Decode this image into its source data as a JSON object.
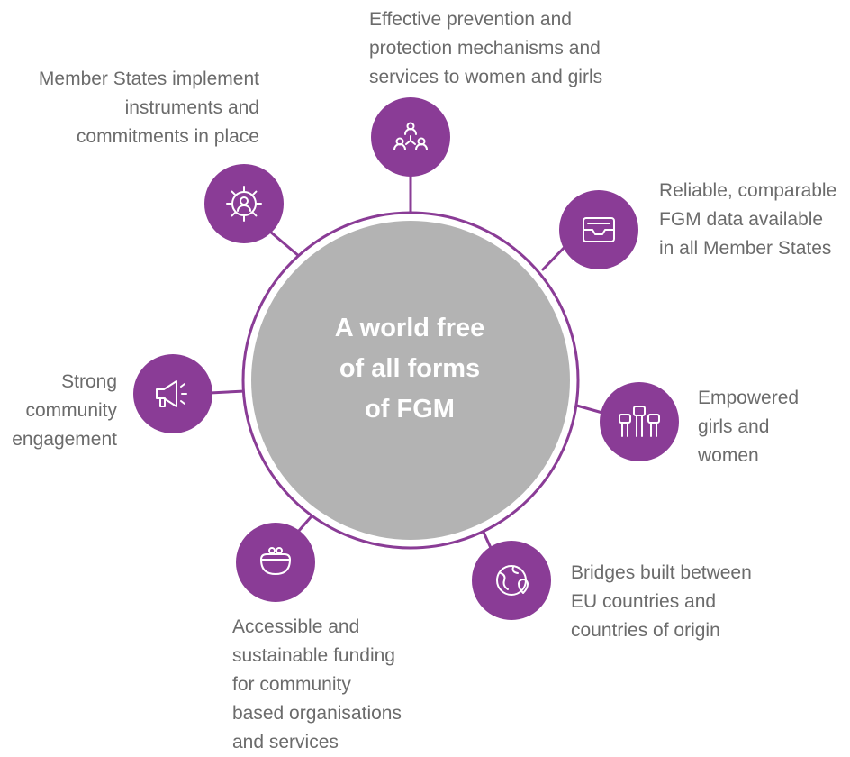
{
  "center": {
    "title": "A world free\nof all forms\nof FGM",
    "fill_color": "#b3b3b3",
    "ring_color": "#8a3c96"
  },
  "node_color": "#8a3c96",
  "nodes": [
    {
      "id": "prevention",
      "icon": "network-people-icon",
      "label": "Effective prevention and\nprotection mechanisms and\nservices to women and girls"
    },
    {
      "id": "data",
      "icon": "archive-tray-icon",
      "label": "Reliable, comparable\nFGM data available\nin all Member States"
    },
    {
      "id": "empowered",
      "icon": "raised-fists-icon",
      "label": "Empowered\ngirls and\nwomen"
    },
    {
      "id": "bridges",
      "icon": "globe-pin-icon",
      "label": "Bridges built between\nEU countries and\ncountries of origin"
    },
    {
      "id": "funding",
      "icon": "coin-purse-icon",
      "label": "Accessible and\nsustainable funding\nfor community\nbased organisations\nand services"
    },
    {
      "id": "community",
      "icon": "megaphone-icon",
      "label": "Strong\ncommunity\nengagement"
    },
    {
      "id": "member-states",
      "icon": "gear-person-icon",
      "label": "Member States implement\ninstruments and\ncommitments in place"
    }
  ]
}
